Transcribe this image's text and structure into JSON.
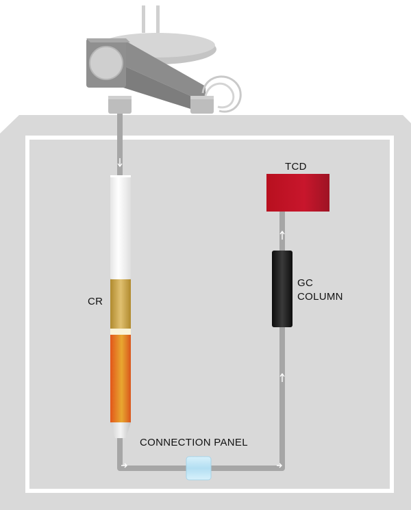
{
  "labels": {
    "cr": "CR",
    "tcd": "TCD",
    "gc_line1": "GC",
    "gc_line2": "COLUMN",
    "connection_panel": "CONNECTION PANEL"
  },
  "colors": {
    "oven_body": "#d9d9d9",
    "oven_inner_frame": "#ffffff",
    "tube": "#a6a6a6",
    "injector": "#8f8f8f",
    "tcd": "#c0152a",
    "gc_column": "#1f1f1f",
    "reactor_white": "#f8f8f8",
    "reactor_gold": "#c8a040",
    "reactor_orange": "#e0701c",
    "connector": "#bfe6f7"
  },
  "icons": [
    "flow-arrow-icon"
  ]
}
